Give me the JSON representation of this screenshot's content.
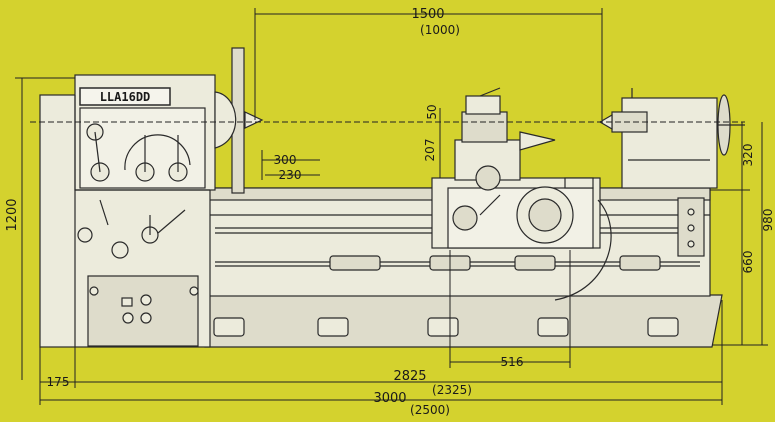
{
  "nameplate": {
    "model": "LLA16DD"
  },
  "dimensions": {
    "top_length": "1500",
    "top_length_alt": "(1000)",
    "carriage_height": "207",
    "toolpost_offset": "50",
    "cross_300": "300",
    "cross_230": "230",
    "overall_height": "1200",
    "tailstock_height": "320",
    "right_height": "980",
    "bed_height": "660",
    "apron_width": "516",
    "left_offset": "175",
    "bed_length": "2825",
    "bed_length_alt": "(2325)",
    "overall_length": "3000",
    "overall_length_alt": "(2500)"
  },
  "colors": {
    "background": "#d4d22e",
    "machine_body": "#ecebdc",
    "machine_shade": "#dedccb",
    "outline": "#2a2a2a",
    "dimension_line": "#222222"
  }
}
